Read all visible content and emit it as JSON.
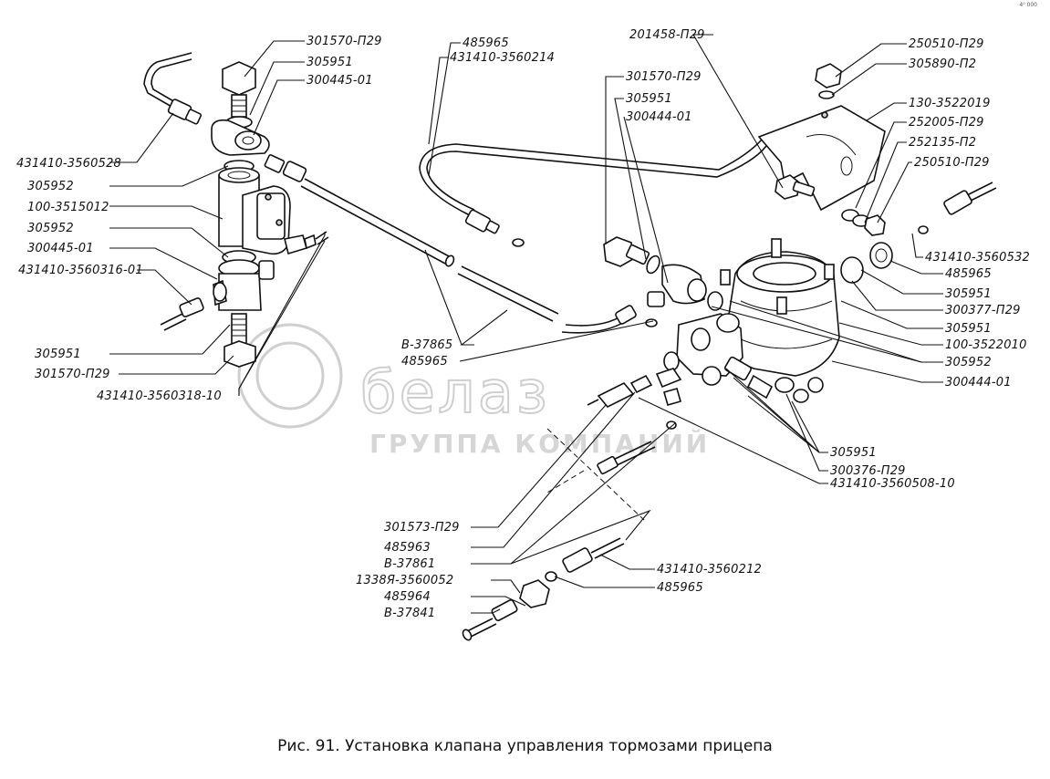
{
  "caption": "Рис. 91. Установка клапана управления тормозами прицепа",
  "corner_mark": "4⁰ 000",
  "watermark": {
    "logo_text": "белаз",
    "sub_text": "ГРУППА КОМПАНИЙ"
  },
  "callouts": {
    "l01": "301570-П29",
    "l02": "305951",
    "l03": "300445-01",
    "l04": "431410-3560528",
    "l05": "305952",
    "l06": "100-3515012",
    "l07": "305952",
    "l08": "300445-01",
    "l09": "431410-3560316-01",
    "l10": "305951",
    "l11": "301570-П29",
    "l12": "431410-3560318-10",
    "l13": "485965",
    "l14": "431410-3560214",
    "l15": "201458-П29",
    "l16": "301570-П29",
    "l17": "305951",
    "l18": "300444-01",
    "l19": "250510-П29",
    "l20": "305890-П2",
    "l21": "130-3522019",
    "l22": "252005-П29",
    "l23": "252135-П2",
    "l24": "250510-П29",
    "l25": "431410-3560532",
    "l26": "485965",
    "l27": "305951",
    "l28": "300377-П29",
    "l29": "305951",
    "l30": "100-3522010",
    "l31": "305952",
    "l32": "300444-01",
    "l33": "В-37865",
    "l34": "485965",
    "l35": "305951",
    "l36": "300376-П29",
    "l37": "431410-3560508-10",
    "l38": "301573-П29",
    "l39": "485963",
    "l40": "В-37861",
    "l41": "1338Я-3560052",
    "l42": "485964",
    "l43": "В-37841",
    "l44": "431410-3560212",
    "l45": "485965"
  }
}
